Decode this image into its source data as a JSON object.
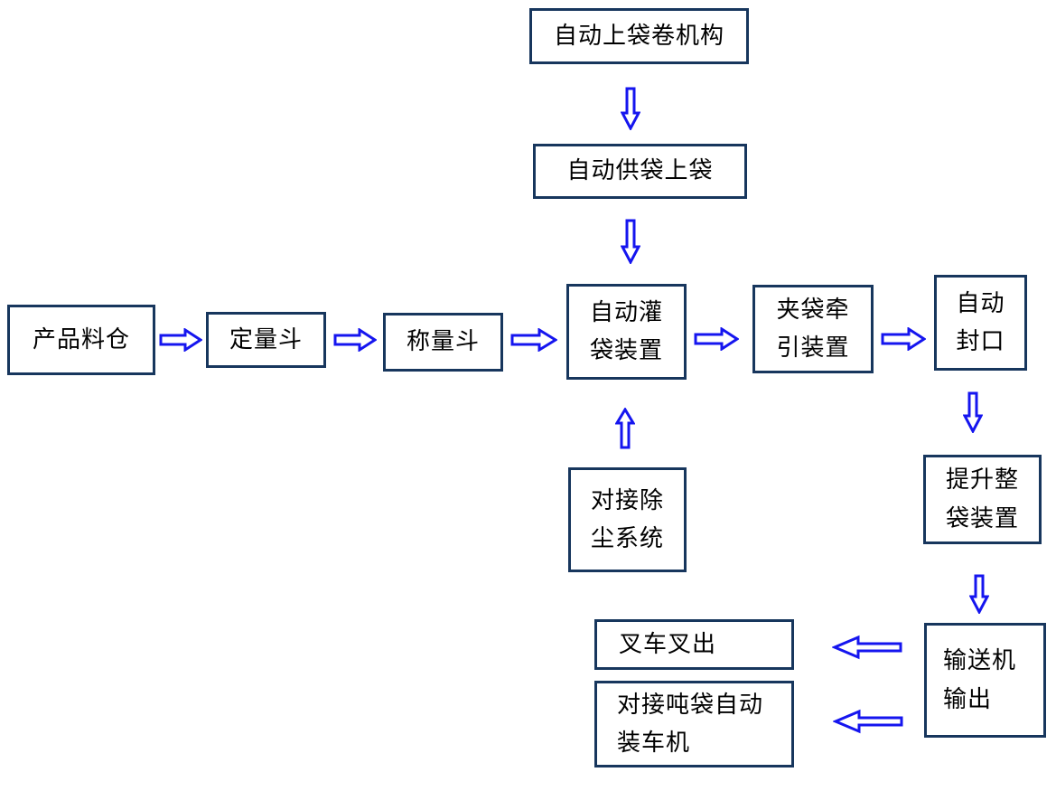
{
  "diagram": {
    "type": "flowchart",
    "colors": {
      "box_border": "#17365D",
      "arrow_blue": "#1515EF",
      "text": "#000000",
      "background": "#FFFFFF"
    },
    "icons": {
      "arrow_right": "hollow right block arrow ⇒",
      "arrow_left": "hollow left block arrow ⇐",
      "arrow_down": "hollow down block arrow ⇓",
      "arrow_up": "hollow up block arrow ⇑"
    },
    "nodes": {
      "bag_roll": {
        "label": "自动上袋卷机构"
      },
      "bag_supply": {
        "label": "自动供袋上袋"
      },
      "silo": {
        "label": "产品料仓"
      },
      "dosing": {
        "label": "定量斗"
      },
      "weighing": {
        "label": "称量斗"
      },
      "filling": {
        "label": "自动灌袋装置",
        "line1": "自动灌",
        "line2": "袋装置"
      },
      "clamp": {
        "label": "夹袋牵引装置",
        "line1": "夹袋牵",
        "line2": "引装置"
      },
      "seal": {
        "label": "自动封口",
        "line1": "自动",
        "line2": "封口"
      },
      "dust": {
        "label": "对接除尘系统",
        "line1": "对接除",
        "line2": "尘系统"
      },
      "lift": {
        "label": "提升整袋装置",
        "line1": "提升整",
        "line2": "袋装置"
      },
      "conveyor": {
        "label": "输送机输出",
        "line1": "输送机",
        "line2": "输出"
      },
      "forklift": {
        "label": "叉车叉出"
      },
      "loader": {
        "label": "对接吨袋自动装车机",
        "line1": "对接吨袋自动",
        "line2": "装车机"
      }
    },
    "edges": [
      {
        "from": "自动上袋卷机构",
        "to": "自动供袋上袋",
        "direction": "down"
      },
      {
        "from": "自动供袋上袋",
        "to": "自动灌袋装置",
        "direction": "down"
      },
      {
        "from": "产品料仓",
        "to": "定量斗",
        "direction": "right"
      },
      {
        "from": "定量斗",
        "to": "称量斗",
        "direction": "right"
      },
      {
        "from": "称量斗",
        "to": "自动灌袋装置",
        "direction": "right"
      },
      {
        "from": "自动灌袋装置",
        "to": "夹袋牵引装置",
        "direction": "right"
      },
      {
        "from": "夹袋牵引装置",
        "to": "自动封口",
        "direction": "right"
      },
      {
        "from": "对接除尘系统",
        "to": "自动灌袋装置",
        "direction": "up"
      },
      {
        "from": "自动封口",
        "to": "提升整袋装置",
        "direction": "down"
      },
      {
        "from": "提升整袋装置",
        "to": "输送机输出",
        "direction": "down"
      },
      {
        "from": "输送机输出",
        "to": "叉车叉出",
        "direction": "left"
      },
      {
        "from": "输送机输出",
        "to": "对接吨袋自动装车机",
        "direction": "left"
      }
    ]
  }
}
